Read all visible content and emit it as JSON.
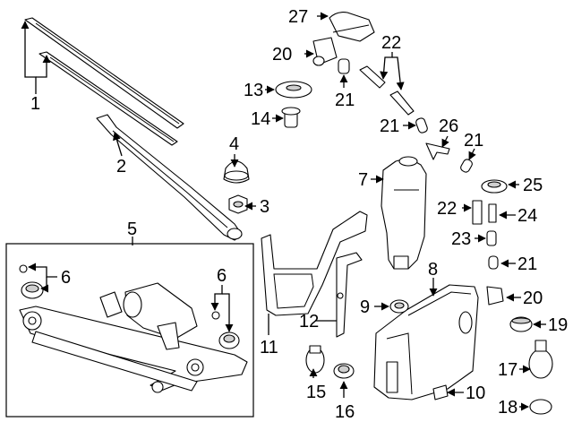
{
  "diagram": {
    "background": "#ffffff",
    "line_color": "#000000",
    "callouts": {
      "c1": "1",
      "c2": "2",
      "c3": "3",
      "c4": "4",
      "c5": "5",
      "c6a": "6",
      "c6b": "6",
      "c7": "7",
      "c8": "8",
      "c9": "9",
      "c10": "10",
      "c11": "11",
      "c12": "12",
      "c13": "13",
      "c14": "14",
      "c15": "15",
      "c16": "16",
      "c17": "17",
      "c18": "18",
      "c19": "19",
      "c20a": "20",
      "c20b": "20",
      "c21a": "21",
      "c21b": "21",
      "c21c": "21",
      "c21d": "21",
      "c22a": "22",
      "c22b": "22",
      "c23": "23",
      "c24": "24",
      "c25": "25",
      "c26": "26",
      "c27": "27"
    }
  }
}
